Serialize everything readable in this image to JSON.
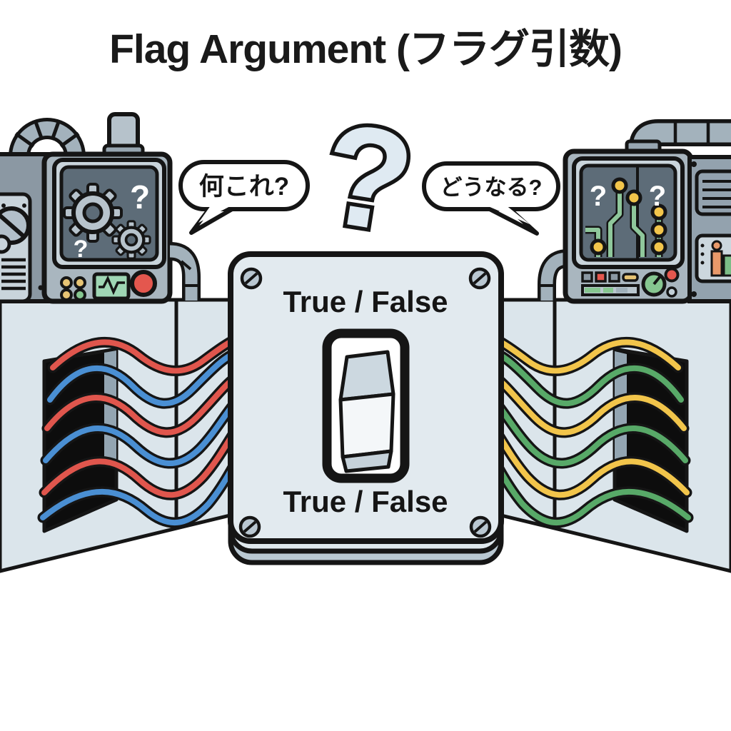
{
  "title": "Flag Argument (フラグ引数)",
  "speech_bubbles": {
    "left": "何これ?",
    "right": "どうなる?"
  },
  "big_question_mark": "?",
  "switch_plate": {
    "label_top": "True / False",
    "label_bottom": "True / False"
  },
  "machines": {
    "left": {
      "q1": "?",
      "q2": "?"
    },
    "right": {
      "q1": "?",
      "q2": "?"
    }
  },
  "colors": {
    "wall": "#dbe5eb",
    "plate": "#e2eaef",
    "plate_edge_light": "#dfe8ed",
    "plate_edge_dark": "#b9c8d2",
    "machine_body": "#a9b6bf",
    "machine_dark": "#8b98a3",
    "panel_light": "#c9d4db",
    "screen": "#5d6c78",
    "gear": "#b7c3cc",
    "wire_red": "#e0564d",
    "wire_blue": "#4a8fd3",
    "wire_green": "#58a968",
    "wire_yellow": "#f2c54b",
    "button_red": "#e4574e",
    "button_yellow": "#e7c474",
    "button_green": "#86c690",
    "display_green": "#9fd6b4",
    "question_fill": "#dfeaf2",
    "outline": "#151515"
  }
}
